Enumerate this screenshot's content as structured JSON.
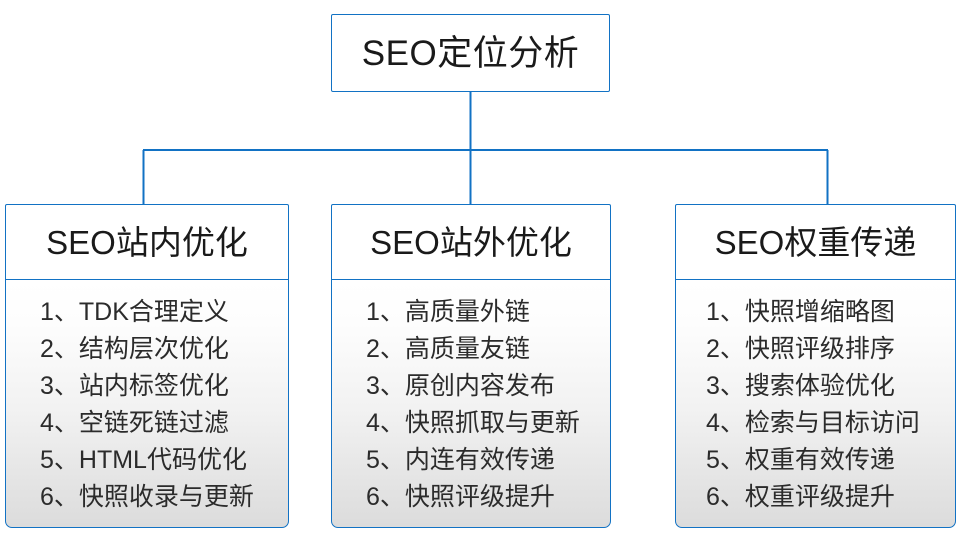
{
  "diagram": {
    "type": "org-chart",
    "title": "SEO定位分析",
    "accent_color": "#1272c4",
    "text_color": "#1a1a1a",
    "body_text_color": "#2b2b2b",
    "background_color": "#ffffff",
    "root": {
      "label": "SEO定位分析"
    },
    "branches": [
      {
        "header": "SEO站内优化",
        "items": [
          "1、TDK合理定义",
          "2、结构层次优化",
          "3、站内标签优化",
          "4、空链死链过滤",
          "5、HTML代码优化",
          "6、快照收录与更新"
        ]
      },
      {
        "header": "SEO站外优化",
        "items": [
          "1、高质量外链",
          "2、高质量友链",
          "3、原创内容发布",
          "4、快照抓取与更新",
          "5、内连有效传递",
          "6、快照评级提升"
        ]
      },
      {
        "header": "SEO权重传递",
        "items": [
          "1、快照增缩略图",
          "2、快照评级排序",
          "3、搜索体验优化",
          "4、检索与目标访问",
          "5、权重有效传递",
          "6、权重评级提升"
        ]
      }
    ]
  }
}
